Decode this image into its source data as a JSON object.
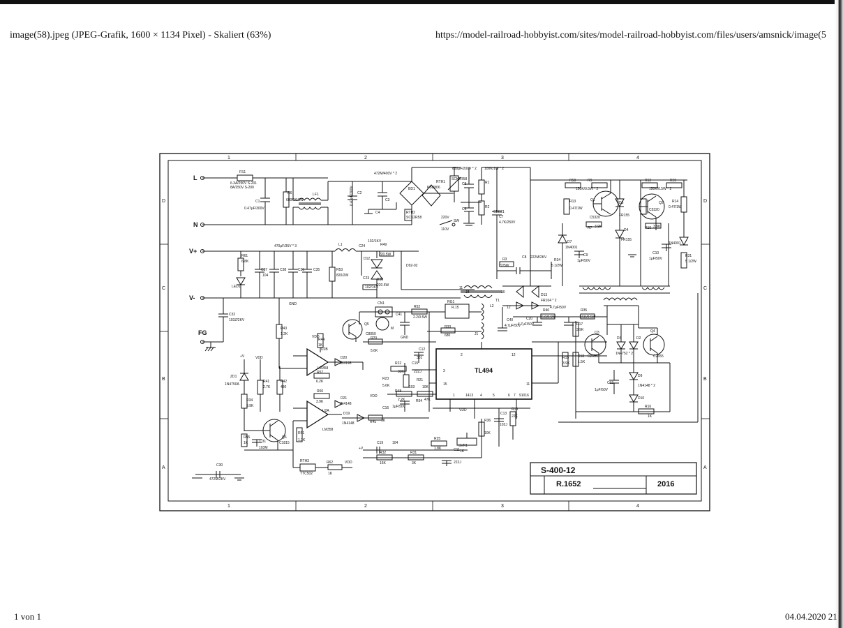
{
  "page": {
    "header_left": "image(58).jpeg (JPEG-Grafik, 1600 × 1134 Pixel) - Skaliert (63%)",
    "header_right": "https://model-railroad-hobbyist.com/sites/model-railroad-hobbyist.com/files/users/amsnick/image(5",
    "footer_left": "1 von 1",
    "footer_right": "04.04.2020 21"
  },
  "schematic": {
    "title_block": {
      "model": "S-400-12",
      "revision": "R.1652",
      "year": "2016"
    },
    "grid_cols": [
      "1",
      "2",
      "3",
      "4"
    ],
    "grid_rows": [
      "D",
      "C",
      "B",
      "A"
    ],
    "terminals": {
      "L": "L",
      "N": "N",
      "vplus": "V+",
      "vminus": "V-",
      "fg": "FG"
    },
    "controller": "TL494",
    "labels": {
      "fs1": "FS1",
      "fs1_rating": "6.3A/250V  S-201",
      "fs1_rating2": "8A/250V  S-200",
      "c1": "C1",
      "c1_val": "0.47μF/300V",
      "r6": "R6",
      "r6_val": "680K/0.5W",
      "lf1": "LF1",
      "c2": "C2",
      "c2_val": "0.47μF/300V",
      "c3": "C3",
      "c4": "C4",
      "c_top": "472M/400V * 2",
      "bd1": "BD1",
      "bd1_val": "KBU806",
      "rth1": "RTH1",
      "rth1_val": "SCK2R58",
      "rth2": "RTH2",
      "rth2_val": "SCK2R58",
      "c5": "C5",
      "c6": "C6",
      "c_680": "680μF/200V * 2",
      "sw": "SW",
      "v220": "220V",
      "v110": "110V",
      "r_100k": "100K/1W * 2",
      "r1": "R1",
      "r2": "R2",
      "cbb21": "CBB21",
      "c7": "C7",
      "c7_val": "4.7K/250V",
      "r3": "R3",
      "r3_val": "22/5W",
      "c8": "C8",
      "c8_val": "222M/2KV",
      "r58": "R58",
      "r9": "R9",
      "r9_val": "150K/0.5W * 2",
      "r13": "R13",
      "r13_val": "0.47/1W",
      "q1": "Q1",
      "q1_val": "C5320",
      "d5": "D5",
      "d5_val": "FR155",
      "d7": "D7",
      "d7_val": "1N4001",
      "c9": "C9",
      "c9_val": "1μF/50V",
      "r7": "R7",
      "r7_val": "3.9K",
      "d4": "D4",
      "d4_val": "FR155",
      "r34": "R34",
      "r34_val": "5 1/2W",
      "r12": "R12",
      "r59": "R59",
      "r12_val": "150K/0.5W * 2",
      "r14": "R14",
      "r14_val": "0.47/1W",
      "q2": "Q2",
      "q2_val": "C5320",
      "r10": "R10",
      "r10_val": "3.9K",
      "c10": "C10",
      "c10_val": "1μF/50V",
      "d8_val": "1N4001",
      "r31": "R31",
      "r31_val": "5 1/2W",
      "c_out": "470μF/35V * 3",
      "l1": "L1",
      "c24": "C24",
      "r49": "R49",
      "r49_val": "102/1KV",
      "r_220": "220.5W",
      "d12": "D12",
      "dsr": "D92-02",
      "r61": "R61",
      "r61_val": "6.8K",
      "c37": "C37",
      "c38": "C38",
      "c36": "C36",
      "c35": "C35",
      "c104": "104",
      "r53": "R53",
      "r53_val": "820/2W",
      "led1": "LED1",
      "c32": "C32",
      "c32_val": "103Z/2KV",
      "c23": "C23",
      "r30": "R30",
      "r30_val": "220.5W",
      "c23_val": "102/1KV",
      "cn1": "CN1",
      "c41": "C41",
      "r52": "R52",
      "r52_val": "2.2/0.5W",
      "rg1": "RG1",
      "rg1_val": "R.15",
      "gnd": "GND",
      "fan": "M",
      "t1": "T1",
      "t11": "11",
      "t15": "15",
      "t10": "10",
      "t12": "12",
      "d13": "D13",
      "d13_val": "FR104 * 2",
      "l2": "L2",
      "j1": "J1",
      "c40": "C40",
      "c40_val": "4.7μF/50V",
      "r40": "R40",
      "r40_val": "5.6/0.5W",
      "c20": "C20",
      "c20_val": "4.7μF/50V",
      "r35": "R35",
      "r35_val": "1.5K/0.5W",
      "c_47": "4.7μF/50V",
      "r33": "R33",
      "r33_val": "680",
      "r17": "R17",
      "r17_val": "3.9K",
      "r15": "R15",
      "r15_val": "3.9K",
      "r18": "R18",
      "r18_val": "1.5K",
      "q3": "Q3",
      "q3_val": "C2655",
      "q4": "Q4",
      "q4_val": "C2655",
      "d3": "D3",
      "d2": "D2",
      "dz_val": "1N4752 * 2",
      "d9": "D9",
      "d9_val": "1N4148 * 2",
      "d10": "D10",
      "c12": "C12",
      "c12_val": "1μF/50V",
      "r16": "R16",
      "r16_val": "1K",
      "q5": "Q5",
      "q5_val": "C8050",
      "r44": "R44",
      "r44_val": "1K",
      "r20": "R20",
      "r20_val": "5.6K",
      "vdd": "VDD",
      "u2b": "U2B",
      "lm358": "LM358",
      "d20": "D20",
      "d20_val": "1N4148",
      "r57": "R57",
      "r57_val": "6.2K",
      "r60": "R60",
      "r60_val": "3.9K",
      "u2a": "U2A",
      "d21": "D21",
      "d21_val": "1N4148",
      "d19": "D19",
      "d19_val": "1N4148",
      "r45": "R45",
      "r45_val": "1K",
      "c12b": "C12",
      "c331": "331",
      "c15": "C15",
      "c15_val": "222J",
      "r22": "R22",
      "r22_val": "33K",
      "r21": "R21",
      "r21_val": "10K",
      "r23": "R23",
      "r23_val": "5.6K",
      "r48": "R48",
      "r48_val": "2.2K",
      "r54": "R54",
      "r54_val": "47K",
      "c16": "C16",
      "c16_val": "1μF/50V",
      "c103": "103",
      "zd1": "ZD1",
      "zd1_val": "1N4750A",
      "vplus": "+V",
      "r34b": "R34",
      "r34b_val": "3.9K",
      "r41": "R41",
      "r41_val": "2.7K",
      "r42": "R42",
      "r42_val": "430",
      "r43": "R43",
      "r43_val": "1.2K",
      "q6": "Q6",
      "q6_val": "C1815",
      "r55": "R55",
      "r55_val": "1K",
      "c31": "C31",
      "c31_val": "103M",
      "r51": "R51",
      "r51_val": "1.2K",
      "rth3": "RTH3",
      "rth3_val": "TTC502",
      "r62": "R62",
      "r62_val": "1K",
      "r36": "R36",
      "r36_val": "10K",
      "c13": "C13",
      "c13_val": "102J",
      "r19": "R19",
      "r19_val": "22K",
      "c19": "C19",
      "c19_val": "104",
      "r32": "R32",
      "r32_val": "15K",
      "r31b": "R31",
      "r31b_val": "3K",
      "r25": "R25",
      "r25_val": "1.8K",
      "svr1": "SVR1",
      "svr1_val": "1K",
      "c11": "C11",
      "c11_val": "222J",
      "c30": "C30",
      "c30_val": "472M/2KV",
      "pin1": "1",
      "pin2": "2",
      "pin3": "3",
      "pin4": "4",
      "pin5": "5",
      "pin6": "6",
      "pin7": "7",
      "pin11": "11",
      "pin12": "12",
      "pin15": "15",
      "pin1413": "1413",
      "pin91016": "91016"
    }
  }
}
